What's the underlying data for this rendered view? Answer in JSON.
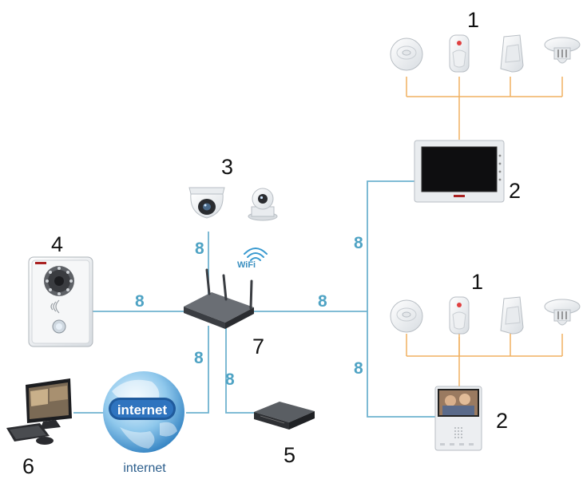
{
  "labels": {
    "sensors_top": "1",
    "indoor_monitor_top": "2",
    "ip_cameras": "3",
    "outdoor_station": "4",
    "nvr": "5",
    "pc": "6",
    "router": "7",
    "sensors_bottom": "1",
    "indoor_monitor_bottom": "2"
  },
  "cable_labels": {
    "camera_link": "8",
    "station_link": "8",
    "internet_link": "8",
    "nvr_link": "8",
    "switch_link": "8",
    "monitor_top_link": "8",
    "monitor_bottom_link": "8"
  },
  "text": {
    "wifi": "WiFi",
    "internet_globe": "internet",
    "internet_caption": "internet"
  },
  "colors": {
    "network_line": "#6fb3cf",
    "alarm_line": "#f0b060",
    "cable_label": "#4fa3c4",
    "number_label": "#111111"
  },
  "icons": {
    "smoke_detector": "smoke-detector-icon",
    "pir_sensor": "pir-sensor-icon",
    "curtain_sensor": "curtain-sensor-icon",
    "heat_detector": "heat-detector-icon",
    "indoor_monitor": "indoor-monitor-icon",
    "dome_camera": "dome-camera-icon",
    "pt_camera": "pt-camera-icon",
    "door_station": "door-station-icon",
    "router": "router-icon",
    "wifi": "wifi-icon",
    "nvr": "nvr-icon",
    "globe": "globe-icon",
    "computer": "computer-icon"
  }
}
